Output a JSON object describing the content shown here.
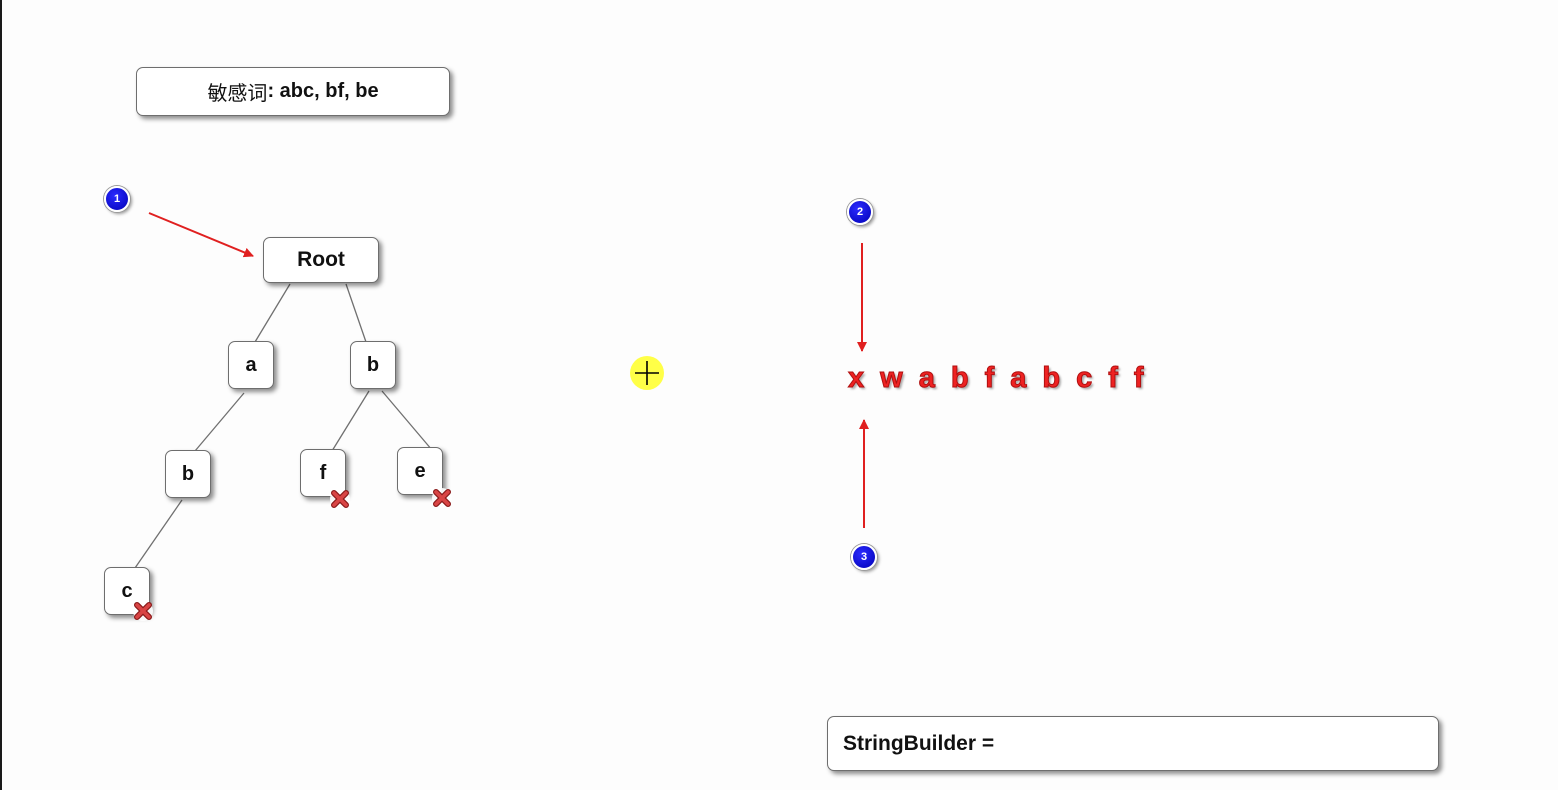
{
  "title": {
    "prefix": "敏感词",
    "words": ": abc, bf, be"
  },
  "tree": {
    "root": "Root",
    "a": "a",
    "b": "b",
    "ab": "b",
    "abc": "c",
    "bf": "f",
    "be": "e"
  },
  "badges": [
    "1",
    "2",
    "3"
  ],
  "sequence": [
    "x",
    "w",
    "a",
    "b",
    "f",
    "a",
    "b",
    "c",
    "f",
    "f"
  ],
  "string_builder": {
    "label": "StringBuilder ="
  },
  "colors": {
    "arrow": "#e02020",
    "badge": "#0000cc",
    "cross": "#cc3333",
    "cursor_halo": "#ffff33",
    "sequence": "#ee2222"
  },
  "icons": {
    "end_marker": "red-cross-icon",
    "pointer": "crosshair-cursor-icon"
  }
}
